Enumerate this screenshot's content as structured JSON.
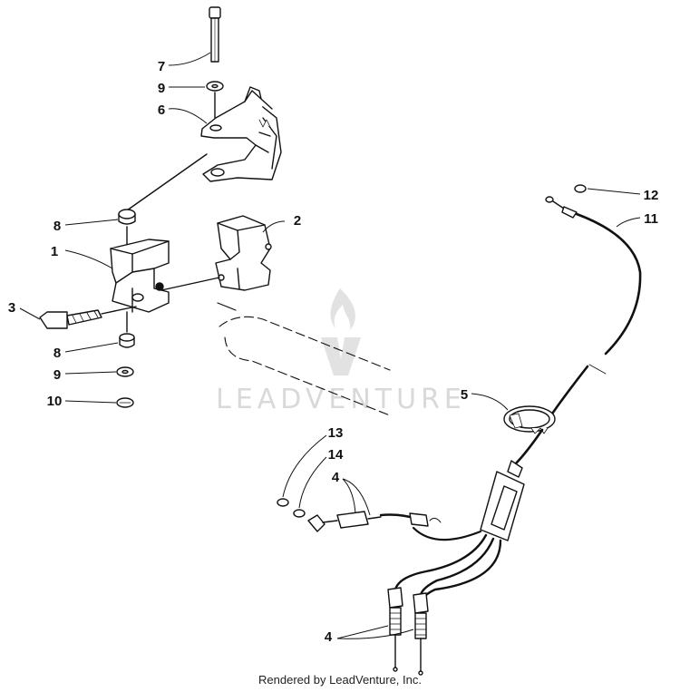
{
  "diagram": {
    "callouts": {
      "c1": "1",
      "c2": "2",
      "c3": "3",
      "c4a": "4",
      "c4b": "4",
      "c5": "5",
      "c6": "6",
      "c7": "7",
      "c8a": "8",
      "c8b": "8",
      "c9a": "9",
      "c9b": "9",
      "c10": "10",
      "c11": "11",
      "c12": "12",
      "c13": "13",
      "c14": "14"
    }
  },
  "watermark": {
    "text": "LEADVENTURE",
    "logo_icon": "flame-v-logo-icon"
  },
  "footer": {
    "text": "Rendered by LeadVenture, Inc."
  },
  "colors": {
    "line": "#111111",
    "watermark": "#d9d9d9"
  }
}
